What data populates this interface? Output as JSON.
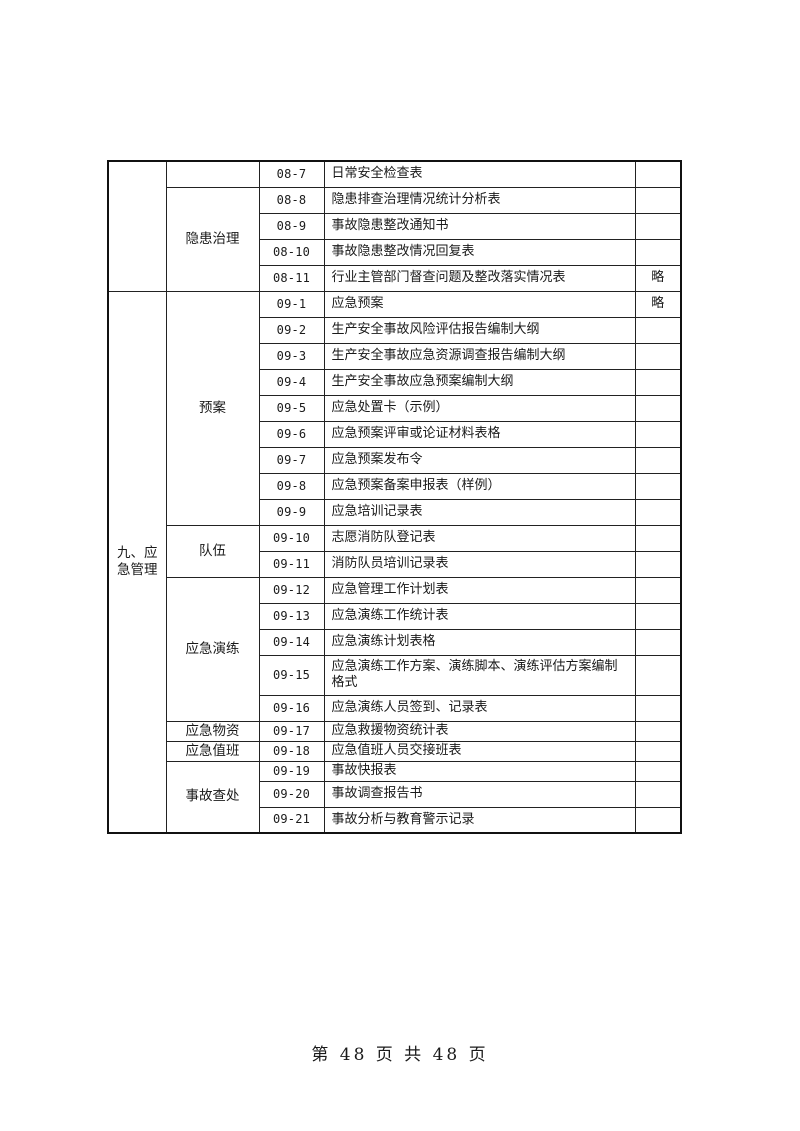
{
  "rows": [
    {
      "code": "08-7",
      "title": "日常安全检查表",
      "note": ""
    },
    {
      "code": "08-8",
      "title": "隐患排查治理情况统计分析表",
      "note": ""
    },
    {
      "code": "08-9",
      "title": "事故隐患整改通知书",
      "note": ""
    },
    {
      "code": "08-10",
      "title": "事故隐患整改情况回复表",
      "note": ""
    },
    {
      "code": "08-11",
      "title": "行业主管部门督查问题及整改落实情况表",
      "note": "略"
    },
    {
      "code": "09-1",
      "title": "应急预案",
      "note": "略"
    },
    {
      "code": "09-2",
      "title": "生产安全事故风险评估报告编制大纲",
      "note": ""
    },
    {
      "code": "09-3",
      "title": "生产安全事故应急资源调查报告编制大纲",
      "note": ""
    },
    {
      "code": "09-4",
      "title": "生产安全事故应急预案编制大纲",
      "note": ""
    },
    {
      "code": "09-5",
      "title": "应急处置卡（示例）",
      "note": ""
    },
    {
      "code": "09-6",
      "title": "应急预案评审或论证材料表格",
      "note": ""
    },
    {
      "code": "09-7",
      "title": "应急预案发布令",
      "note": ""
    },
    {
      "code": "09-8",
      "title": "应急预案备案申报表（样例）",
      "note": ""
    },
    {
      "code": "09-9",
      "title": "应急培训记录表",
      "note": ""
    },
    {
      "code": "09-10",
      "title": "志愿消防队登记表",
      "note": ""
    },
    {
      "code": "09-11",
      "title": "消防队员培训记录表",
      "note": ""
    },
    {
      "code": "09-12",
      "title": "应急管理工作计划表",
      "note": ""
    },
    {
      "code": "09-13",
      "title": "应急演练工作统计表",
      "note": ""
    },
    {
      "code": "09-14",
      "title": "应急演练计划表格",
      "note": ""
    },
    {
      "code": "09-15",
      "title": "应急演练工作方案、演练脚本、演练评估方案编制格式",
      "note": ""
    },
    {
      "code": "09-16",
      "title": "应急演练人员签到、记录表",
      "note": ""
    },
    {
      "code": "09-17",
      "title": "应急救援物资统计表",
      "note": ""
    },
    {
      "code": "09-18",
      "title": "应急值班人员交接班表",
      "note": ""
    },
    {
      "code": "09-19",
      "title": "事故快报表",
      "note": ""
    },
    {
      "code": "09-20",
      "title": "事故调查报告书",
      "note": ""
    },
    {
      "code": "09-21",
      "title": "事故分析与教育警示记录",
      "note": ""
    }
  ],
  "categories": {
    "emergency_management": "九、应急管理"
  },
  "subcategories": {
    "hazard_governance": "隐患治理",
    "plans": "预案",
    "team": "队伍",
    "drills": "应急演练",
    "supplies": "应急物资",
    "duty": "应急值班",
    "accident_handling": "事故查处"
  },
  "footer": {
    "page_text": "第 48 页 共 48 页"
  }
}
